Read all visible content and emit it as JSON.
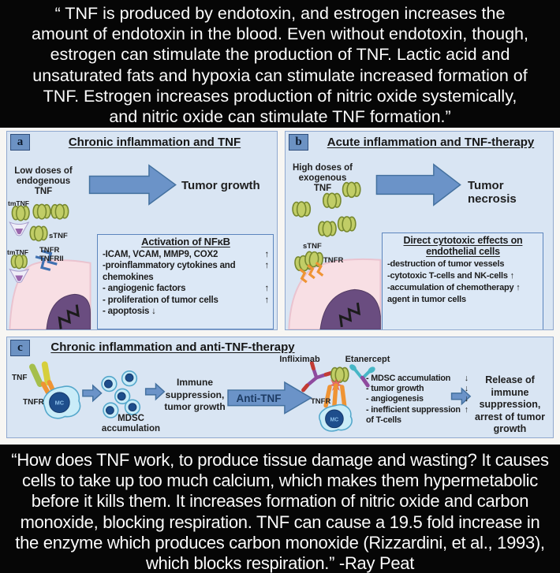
{
  "top_quote": {
    "lines": [
      "“ TNF is produced by endotoxin, and estrogen increases the",
      "amount of endotoxin in the blood. Even without endotoxin, though,",
      "estrogen can stimulate the production of TNF. Lactic acid and",
      "unsaturated fats and hypoxia can stimulate increased formation of",
      "TNF. Estrogen increases production of nitric oxide systemically,",
      "and nitric oxide can stimulate TNF formation.”"
    ]
  },
  "figure": {
    "panel_a": {
      "tag": "a",
      "title": "Chronic inflammation and TNF",
      "source_label": "Low doses of\nendogenous\nTNF",
      "outcome_label": "Tumor growth",
      "tmtnf_top_label": "tmTNF",
      "stnf_label": "sTNF",
      "tmtnf_bottom_label": "tmTNF",
      "tnfr_label": "TNFR",
      "tnfrii_label": "TNFRII",
      "effects_box": {
        "title": "Activation of NFκB",
        "rows": [
          {
            "text": "-ICAM, VCAM, MMP9, COX2",
            "direction": "↑"
          },
          {
            "text": "-proinflammatory cytokines and chemokines",
            "direction": "↑"
          },
          {
            "text": "- angiogenic factors",
            "direction": "↑"
          },
          {
            "text": "- proliferation of tumor cells",
            "direction": "↑"
          },
          {
            "text": "- apoptosis ↓",
            "direction": ""
          }
        ]
      }
    },
    "panel_b": {
      "tag": "b",
      "title": "Acute inflammation and TNF-therapy",
      "source_label": "High doses of\nexogenous\nTNF",
      "outcome_label": "Tumor necrosis",
      "stnf_label": "sTNF",
      "tnfr_label": "TNFR",
      "effects_box": {
        "title": "Direct cytotoxic effects on\nendothelial cells",
        "rows": [
          "-destruction of tumor vessels",
          "-cytotoxic T-cells and NK-cells ↑",
          "-accumulation of chemotherapy ↑",
          "agent in tumor cells"
        ]
      }
    },
    "panel_c": {
      "tag": "c",
      "title": "Chronic inflammation and anti-TNF-therapy",
      "tnf_label": "TNF",
      "tnfr_left_label": "TNFR",
      "mc_label": "MC",
      "mdsc_caption": "MDSC\naccumulation",
      "mid_outcome": "Immune\nsuppression,\ntumor growth",
      "anti_tnf_label": "Anti-TNF",
      "infliximab_label": "Infliximab",
      "etanercept_label": "Etanercept",
      "tnfr_right_label": "TNFR",
      "effects": [
        {
          "text": "- MDSC accumulation",
          "direction": "↓"
        },
        {
          "text": "- tumor growth",
          "direction": "↓"
        },
        {
          "text": "- angiogenesis",
          "direction": "↓"
        },
        {
          "text": "- inefficient suppression",
          "direction": "↑"
        },
        {
          "text": "of T-cells",
          "direction": ""
        }
      ],
      "final_outcome": "Release of immune\nsuppression,\narrest of tumor\ngrowth"
    }
  },
  "bottom_quote": {
    "lines": [
      "“How does TNF work, to produce tissue damage and wasting? It causes",
      "cells to take up too much calcium, which makes them hypermetabolic",
      "before it kills them. It increases formation of nitric oxide and carbon",
      "monoxide, blocking respiration. TNF can cause a 19.5 fold increase in",
      "the enzyme which produces carbon monoxide (Rizzardini, et al., 1993),",
      "which blocks respiration.” -Ray Peat"
    ]
  },
  "colors": {
    "panel_background": "#d9e5f3",
    "arrow_blue": "#6b93c8",
    "tnf_green": "#c1cd66",
    "cell_pink": "#f8dfe4",
    "nucleus_purple": "#6a4d80",
    "mdsc_cell_blue": "#c9ecf8",
    "nucleus_navy": "#1e4e8c",
    "receptor_orange": "#ef9434",
    "infliximab_purple": "#8e4a9e",
    "infliximab_red": "#c23b33",
    "etanercept_teal": "#47b6c6",
    "quote_text": "#fbfbfb",
    "background_black": "#060606"
  }
}
